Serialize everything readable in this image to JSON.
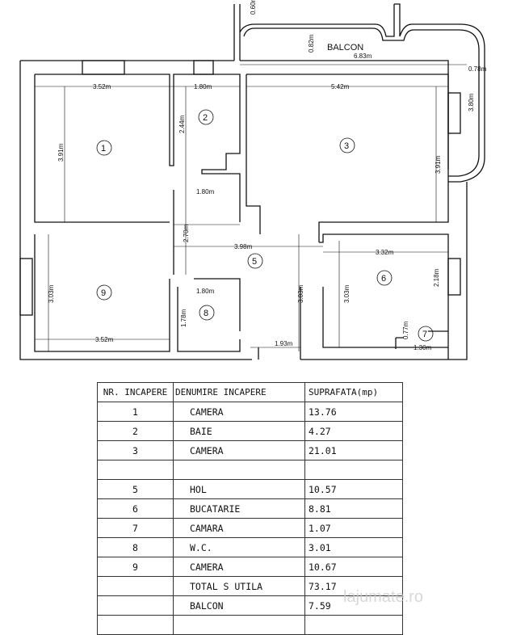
{
  "plan": {
    "balcony_label": "BALCON",
    "rooms": [
      "1",
      "2",
      "3",
      "5",
      "6",
      "7",
      "8",
      "9"
    ],
    "dimensions": {
      "d060": "0.60m",
      "d082": "0.82m",
      "d683": "6.83m",
      "d078": "0.78m",
      "d380": "3.80m",
      "r1w": "3.52m",
      "r1h": "3.91m",
      "r2w": "1.80m",
      "r2h": "2.44m",
      "r2w2": "1.80m",
      "r3w": "5.42m",
      "r3h": "3.91m",
      "hall_h": "2.70m",
      "hall_w": "3.98m",
      "r6w": "3.32m",
      "r6h": "3.03m",
      "r6h2": "2.18m",
      "hall_h2": "3.03m",
      "r9h": "3.03m",
      "r9w": "3.52m",
      "r8w": "1.80m",
      "r8h": "1.78m",
      "hall_w2": "1.93m",
      "r7h": "0.77m",
      "r7w": "1.30m"
    }
  },
  "table": {
    "headers": [
      "NR. INCAPERE",
      "DENUMIRE INCAPERE",
      "SUPRAFATA(mp)"
    ],
    "rows": [
      [
        "1",
        "CAMERA",
        "13.76"
      ],
      [
        "2",
        "BAIE",
        "4.27"
      ],
      [
        "3",
        "CAMERA",
        "21.01"
      ],
      [
        "",
        "",
        ""
      ],
      [
        "5",
        "HOL",
        "10.57"
      ],
      [
        "6",
        "BUCATARIE",
        "8.81"
      ],
      [
        "7",
        "CAMARA",
        "1.07"
      ],
      [
        "8",
        "W.C.",
        "3.01"
      ],
      [
        "9",
        "CAMERA",
        "10.67"
      ],
      [
        "",
        "TOTAL S UTILA",
        "73.17"
      ],
      [
        "",
        "BALCON",
        "7.59"
      ],
      [
        "",
        "",
        ""
      ]
    ]
  },
  "watermark": "lajumate.ro"
}
